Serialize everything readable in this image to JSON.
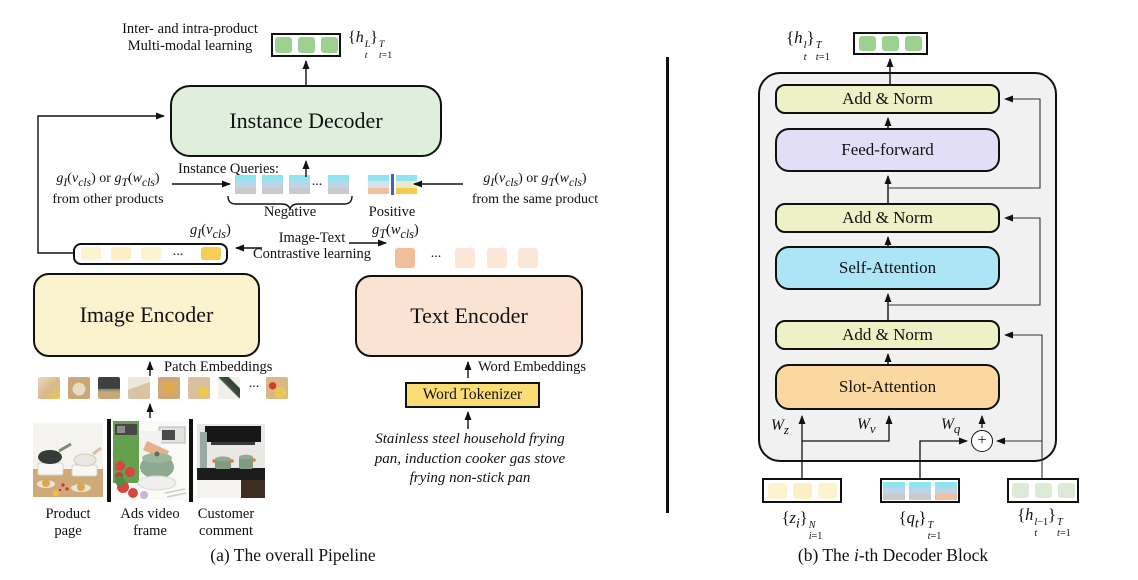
{
  "ellipsis": "...",
  "colors": {
    "decoder_green": "#E0EEDC",
    "encoder_yellow": "#FBF2CE",
    "encoder_peach": "#FBE3D4",
    "tokenizer_yellow": "#FADD75",
    "add_norm_green": "#EEF0C5",
    "feed_forward_purple": "#E3DEF7",
    "self_attention_blue": "#ACE5F6",
    "slot_attention_orange": "#FAD8A0",
    "container_gray": "#F1F1F1",
    "token_green": "#9CD191",
    "token_green_pale": "#DBEBD5",
    "token_yellow_pale": "#FDF3CF",
    "token_gold": "#F6CE55",
    "token_orange": "#F1BD9A",
    "token_orange_pale": "#FBE6D8",
    "stripe_cyan": "#8EE4EF",
    "stripe_blue": "#BFD4E8",
    "stripe_gray": "#C9CACB",
    "stripe_peach": "#F2BFA0",
    "stripe_gold": "#F2CB53",
    "positive_divider_blue": "#3A62C8"
  },
  "panel_a": {
    "caption": "(a) The overall Pipeline",
    "note_line1": "Inter- and intra-product",
    "note_line2": "Multi-modal learning",
    "output_tokens_label_html": "{<i>h</i><span class='ss'><span><i>L</i></span><span><i>t</i></span></span>}<span class='ss'><span><i>T</i></span><span><i>t</i>=1</span></span>",
    "decoder_label": "Instance Decoder",
    "queries_label": "Instance Queries:",
    "negative_label": "Negative",
    "positive_label": "Positive",
    "source_left_math_html": "<i>g</i><sub><i>I</i></sub>(<i>v</i><sub><i>cls</i></sub>) or <i>g</i><sub><i>T</i></sub>(<i>w</i><sub><i>cls</i></sub>)",
    "source_left_line2": "from other products",
    "source_right_math_html": "<i>g</i><sub><i>I</i></sub>(<i>v</i><sub><i>cls</i></sub>) or <i>g</i><sub><i>T</i></sub>(<i>w</i><sub><i>cls</i></sub>)",
    "source_right_line2": "from the same product",
    "g_image_html": "<i>g</i><sub><i>I</i></sub>(<i>v</i><sub><i>cls</i></sub>)",
    "g_text_html": "<i>g</i><sub><i>T</i></sub>(<i>w</i><sub><i>cls</i></sub>)",
    "contrastive_line1": "Image-Text",
    "contrastive_line2": "Contrastive learning",
    "image_encoder_label": "Image Encoder",
    "text_encoder_label": "Text Encoder",
    "patch_embeddings_label": "Patch Embeddings",
    "word_embeddings_label": "Word Embeddings",
    "word_tokenizer_label": "Word Tokenizer",
    "input_text_line1": "Stainless steel household frying",
    "input_text_line2": "pan, induction cooker gas stove",
    "input_text_line3": "frying non-stick pan",
    "photo1_label_line1": "Product",
    "photo1_label_line2": "page",
    "photo2_label_line1": "Ads video",
    "photo2_label_line2": "frame",
    "photo3_label_line1": "Customer",
    "photo3_label_line2": "comment"
  },
  "panel_b": {
    "caption_html": "(b) The <i>i</i>-th Decoder Block",
    "output_tokens_label_html": "{<i>h</i><span class='ss'><span><i>l</i></span><span><i>t</i></span></span>}<span class='ss'><span><i>T</i></span><span><i>t</i>=1</span></span>",
    "add_norm_label": "Add & Norm",
    "feed_forward_label": "Feed-forward",
    "self_attention_label": "Self-Attention",
    "slot_attention_label": "Slot-Attention",
    "w_z_html": "<i>W</i><sub><i>z</i></sub>",
    "w_v_html": "<i>W</i><sub><i>v</i></sub>",
    "w_q_html": "<i>W</i><sub><i>q</i></sub>",
    "plus_sign": "+",
    "z_tokens_label_html": "{<i>z</i><sub><i>i</i></sub>}<span class='ss'><span><i>N</i></span><span><i>i</i>=1</span></span>",
    "q_tokens_label_html": "{<i>q</i><sub><i>t</i></sub>}<span class='ss'><span><i>T</i></span><span><i>t</i>=1</span></span>",
    "h_tokens_label_html": "{<i>h</i><span class='ss'><span><i>l</i>−1</span><span><i>t</i></span></span>}<span class='ss'><span><i>T</i></span><span><i>t</i>=1</span></span>"
  }
}
